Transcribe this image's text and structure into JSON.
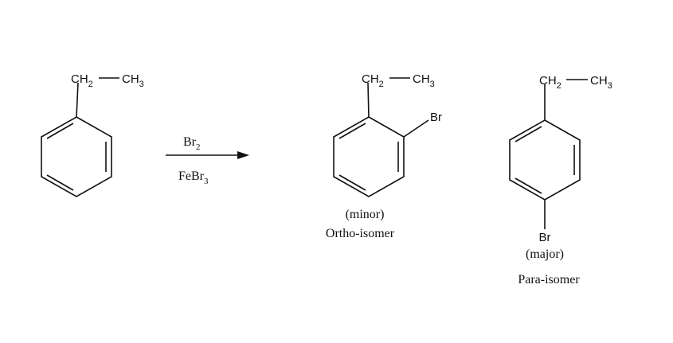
{
  "colors": {
    "ink": "#111111",
    "background": "#ffffff"
  },
  "reactant": {
    "ch2": "CH",
    "ch2_sub": "2",
    "ch3": "CH",
    "ch3_sub": "3"
  },
  "reagents": {
    "br2": "Br",
    "br2_sub": "2",
    "febr3_prefix": "FeBr",
    "febr3_sub": "3"
  },
  "ortho_product": {
    "ch2": "CH",
    "ch2_sub": "2",
    "ch3": "CH",
    "ch3_sub": "3",
    "substituent": "Br",
    "yield_label": "(minor)",
    "isomer_label": "Ortho-isomer"
  },
  "para_product": {
    "ch2": "CH",
    "ch2_sub": "2",
    "ch3": "CH",
    "ch3_sub": "3",
    "substituent": "Br",
    "yield_label": "(major)",
    "isomer_label": "Para-isomer"
  }
}
